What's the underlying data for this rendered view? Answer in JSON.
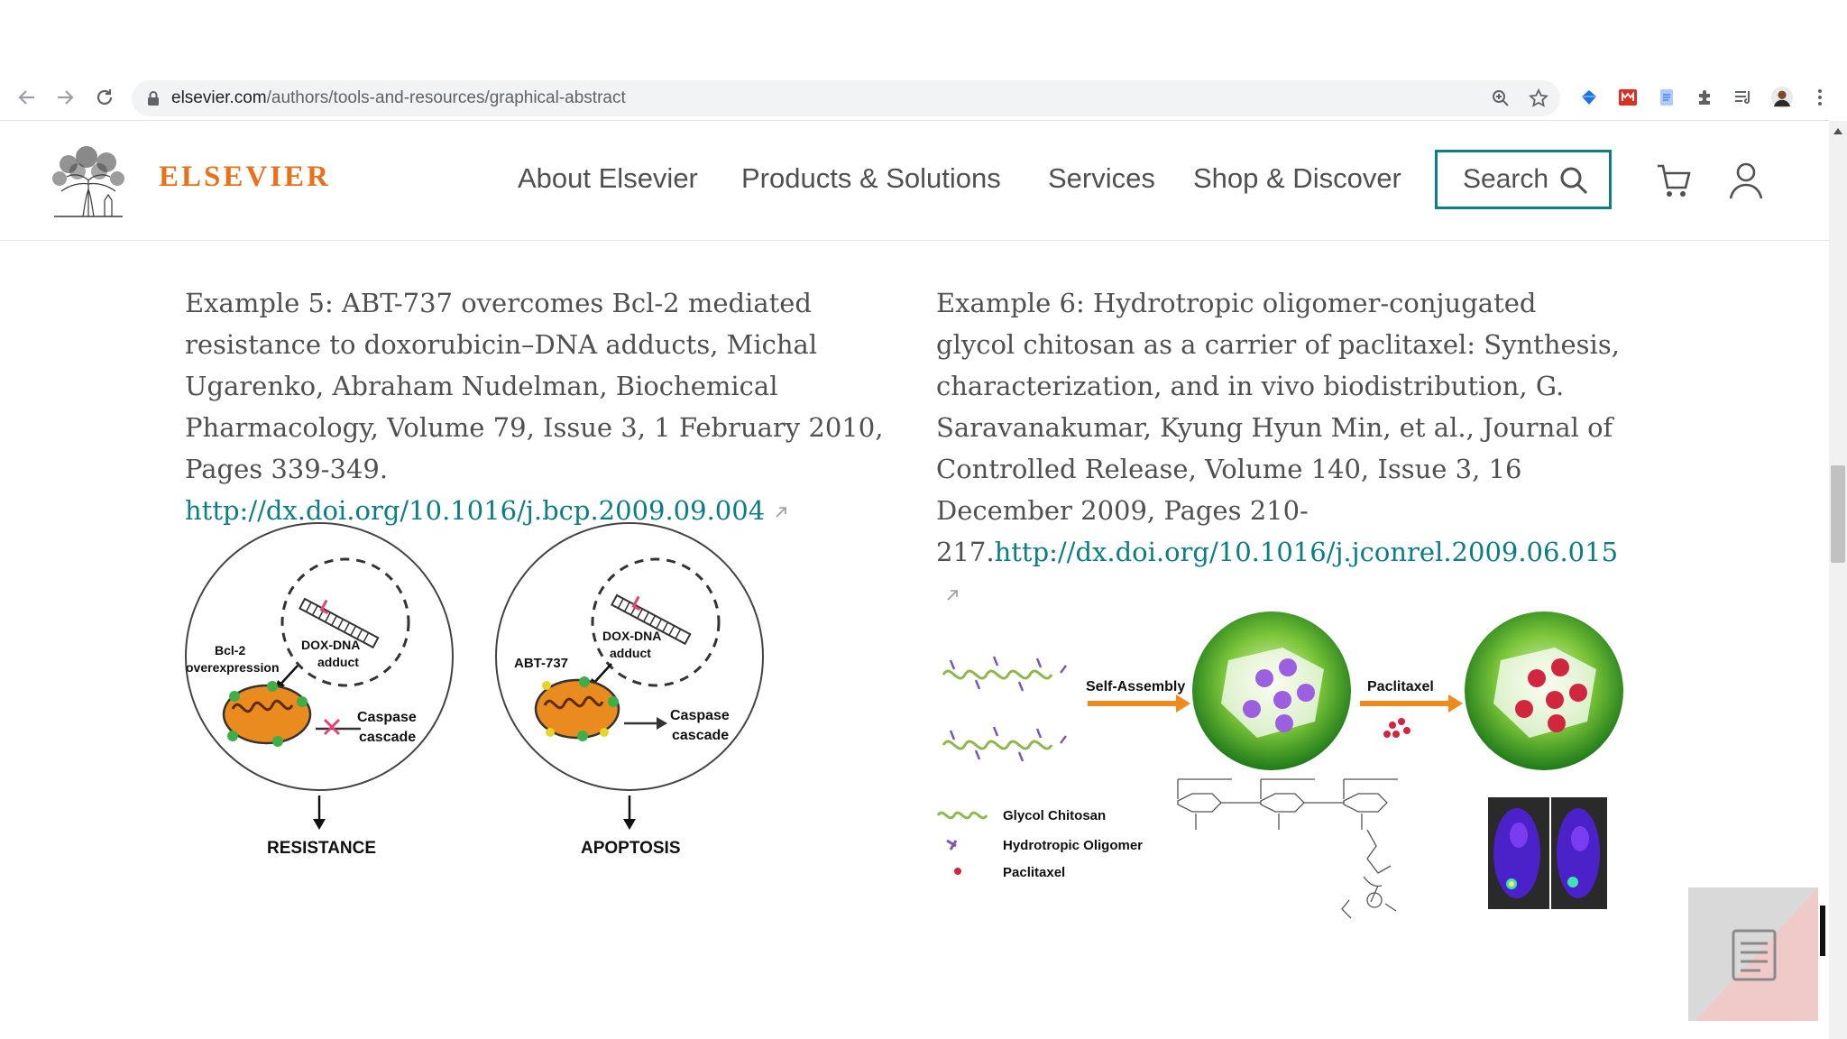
{
  "browser": {
    "url_host": "elsevier.com",
    "url_path": "/authors/tools-and-resources/graphical-abstract"
  },
  "site": {
    "brand": "ELSEVIER",
    "nav": [
      "About Elsevier",
      "Products & Solutions",
      "Services",
      "Shop & Discover"
    ],
    "search_label": "Search"
  },
  "examples": [
    {
      "text": "Example 5: ABT-737 overcomes Bcl-2 mediated resistance to doxorubicin–DNA adducts, Michal Ugarenko, Abraham Nudelman, Biochemical Pharmacology, Volume 79, Issue 3, 1 February 2010, Pages 339-349.",
      "link": "http://dx.doi.org/10.1016/j.bcp.2009.09.004",
      "figure": {
        "left": {
          "overexpression": "Bcl-2\noverexpression",
          "adduct": "DOX-DNA\nadduct",
          "cascade": "Caspase\ncascade",
          "outcome": "RESISTANCE"
        },
        "right": {
          "drug": "ABT-737",
          "adduct": "DOX-DNA\nadduct",
          "cascade": "Caspase\ncascade",
          "outcome": "APOPTOSIS"
        }
      }
    },
    {
      "text": "Example 6: Hydrotropic oligomer-conjugated glycol chitosan as a carrier of paclitaxel: Synthesis, characterization, and in vivo biodistribution, G. Saravanakumar, Kyung Hyun Min, et al., Journal of Controlled Release, Volume 140, Issue 3, 16 December 2009, Pages 210-217.",
      "link": "http://dx.doi.org/10.1016/j.jconrel.2009.06.015",
      "figure": {
        "step1": "Self-Assembly",
        "step2": "Paclitaxel",
        "legend": [
          "Glycol Chitosan",
          "Hydrotropic Oligomer",
          "Paclitaxel"
        ]
      }
    }
  ],
  "colors": {
    "brand_orange": "#e9711c",
    "link_teal": "#0c7d84",
    "text_gray": "#505050"
  }
}
